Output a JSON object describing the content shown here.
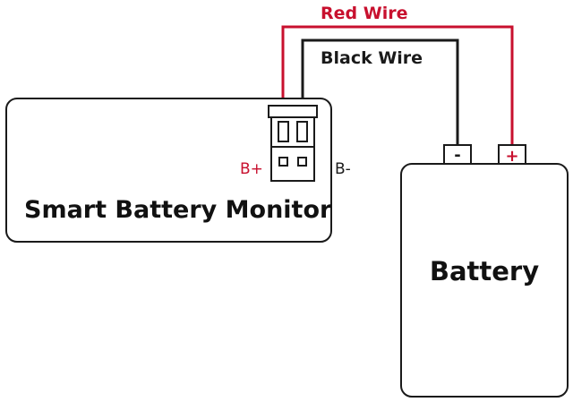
{
  "wires": {
    "red_label": "Red Wire",
    "black_label": "Black Wire"
  },
  "monitor": {
    "title": "Smart Battery Monitor",
    "pin_positive": "B+",
    "pin_negative": "B-"
  },
  "battery": {
    "title": "Battery",
    "terminal_negative": "-",
    "terminal_positive": "+"
  },
  "colors": {
    "red_wire": "#c8102e",
    "black_wire": "#1a1a1a"
  }
}
